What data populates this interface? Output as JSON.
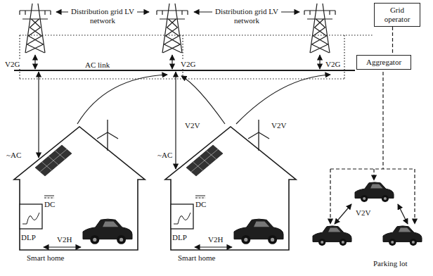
{
  "diagram": {
    "nodes": [
      {
        "text": [
          "Grid operator"
        ]
      },
      {
        "text": [
          "Aggregator"
        ]
      },
      {
        "text": [
          "Smart home"
        ]
      },
      {
        "text": [
          "Smart home"
        ]
      }
    ],
    "edges": [
      {
        "from": 0,
        "to": 1,
        "arrow": "none"
      }
    ],
    "labels": [
      "Distribution grid LV network",
      "Distribution grid LV network",
      "V2G",
      "AC link",
      "V2G",
      "V2G",
      "V2V",
      "V2V",
      "~AC",
      "DC",
      "DLP",
      "V2H",
      "~AC",
      "DC",
      "DLP",
      "V2H",
      "V2V",
      "Parking lot"
    ]
  }
}
